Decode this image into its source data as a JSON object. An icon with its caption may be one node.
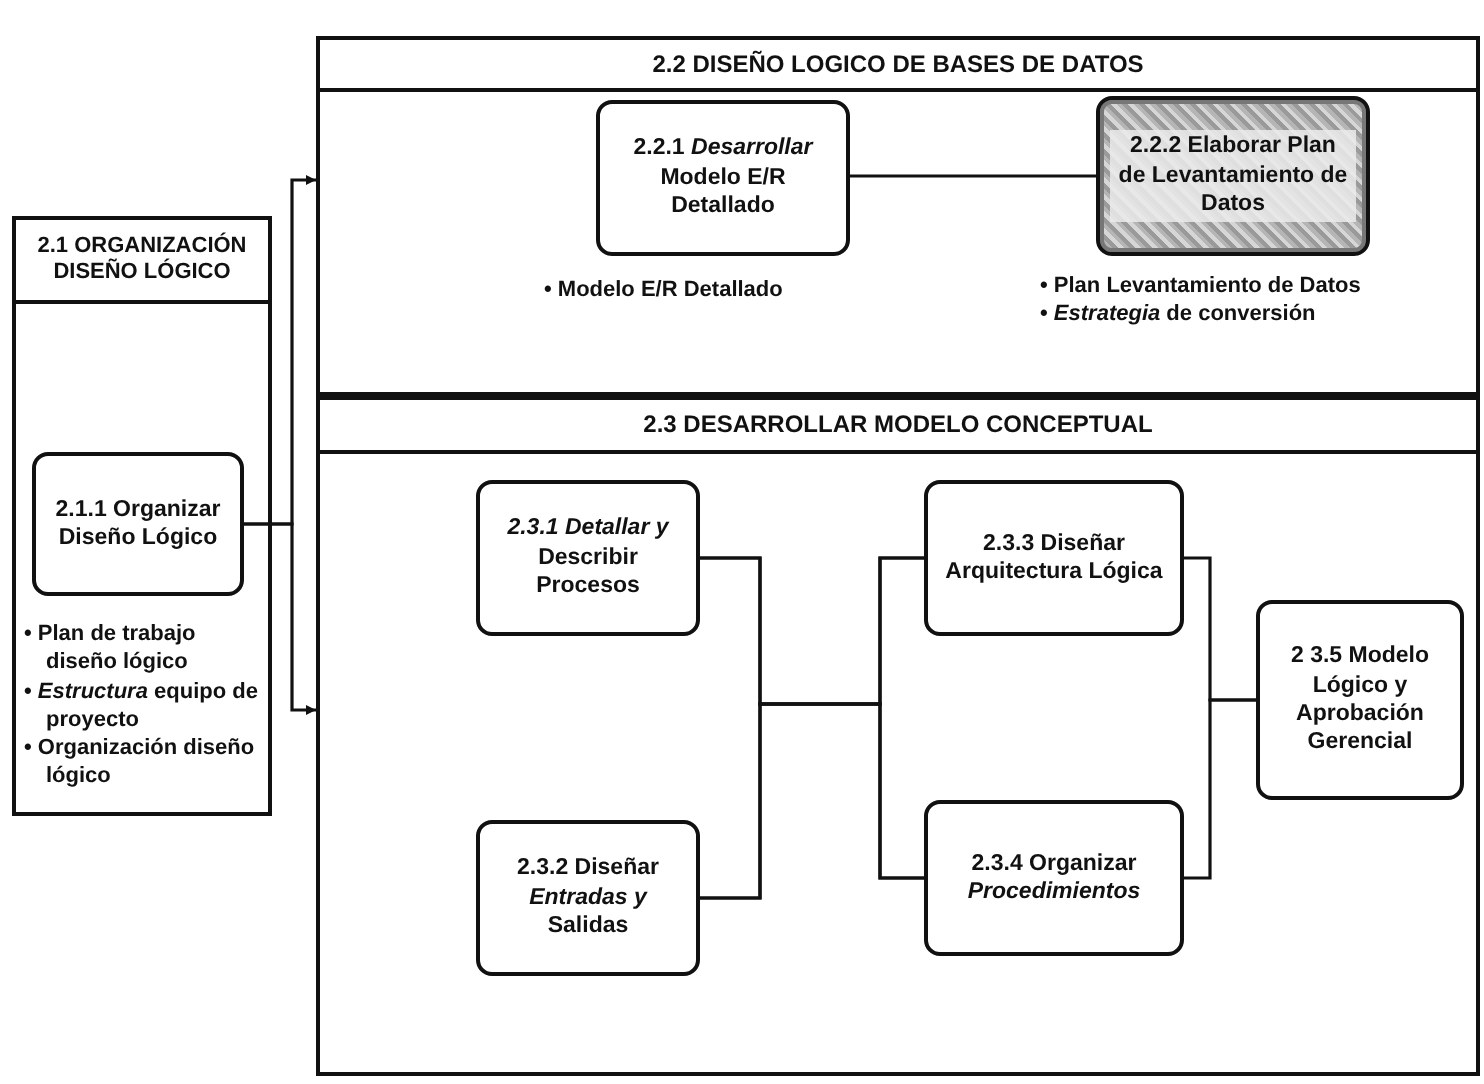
{
  "diagram": {
    "nodes": [
      {
        "text": [
          "2.1 ORGANIZACIÓN DISEÑO LÓGICO"
        ]
      },
      {
        "text": [
          "2.1.1 Organizar Diseño Lógico"
        ],
        "in": 0,
        "beside": [
          "• Plan de trabajo diseño lógico",
          "• *Estructura* equipo de proyecto",
          "• Organización diseño lógico"
        ]
      },
      {
        "text": [
          "2.2 DISEÑO LOGICO DE BASES DE DATOS"
        ]
      },
      {
        "text": [
          "2.2.1 *Desarrollar* Modelo E/R Detallado"
        ],
        "in": 2,
        "beside": [
          "• Modelo E/R Detallado"
        ]
      },
      {
        "text": [
          "2.2.2 Elaborar Plan de Levantamiento de Datos"
        ],
        "in": 2,
        "beside": [
          "• Plan Levantamiento de Datos",
          "• *Estrategia* de conversión"
        ]
      },
      {
        "text": [
          "2.3 DESARROLLAR MODELO CONCEPTUAL"
        ]
      },
      {
        "text": [
          "*2.3.1 Detallar y* Describir Procesos"
        ],
        "in": 5
      },
      {
        "text": [
          "2.3.2 Diseñar *Entradas y* Salidas"
        ],
        "in": 5
      },
      {
        "text": [
          "2.3.3 Diseñar Arquitectura Lógica"
        ],
        "in": 5
      },
      {
        "text": [
          "2.3.4 Organizar *Procedimientos*"
        ],
        "in": 5
      },
      {
        "text": [
          "2 3.5 Modelo Lógico y Aprobación Gerencial"
        ],
        "in": 5
      }
    ],
    "edges": [
      {
        "from": 1,
        "to": 2,
        "arrow": "to"
      },
      {
        "from": 1,
        "to": 5,
        "arrow": "to"
      },
      {
        "from": 3,
        "to": 4,
        "arrow": "none"
      },
      {
        "from": 6,
        "to": 8,
        "arrow": "none"
      },
      {
        "from": 6,
        "to": 9,
        "arrow": "none"
      },
      {
        "from": 7,
        "to": 8,
        "arrow": "none"
      },
      {
        "from": 7,
        "to": 9,
        "arrow": "none"
      },
      {
        "from": 8,
        "to": 10,
        "arrow": "none"
      },
      {
        "from": 9,
        "to": 10,
        "arrow": "none"
      }
    ]
  }
}
